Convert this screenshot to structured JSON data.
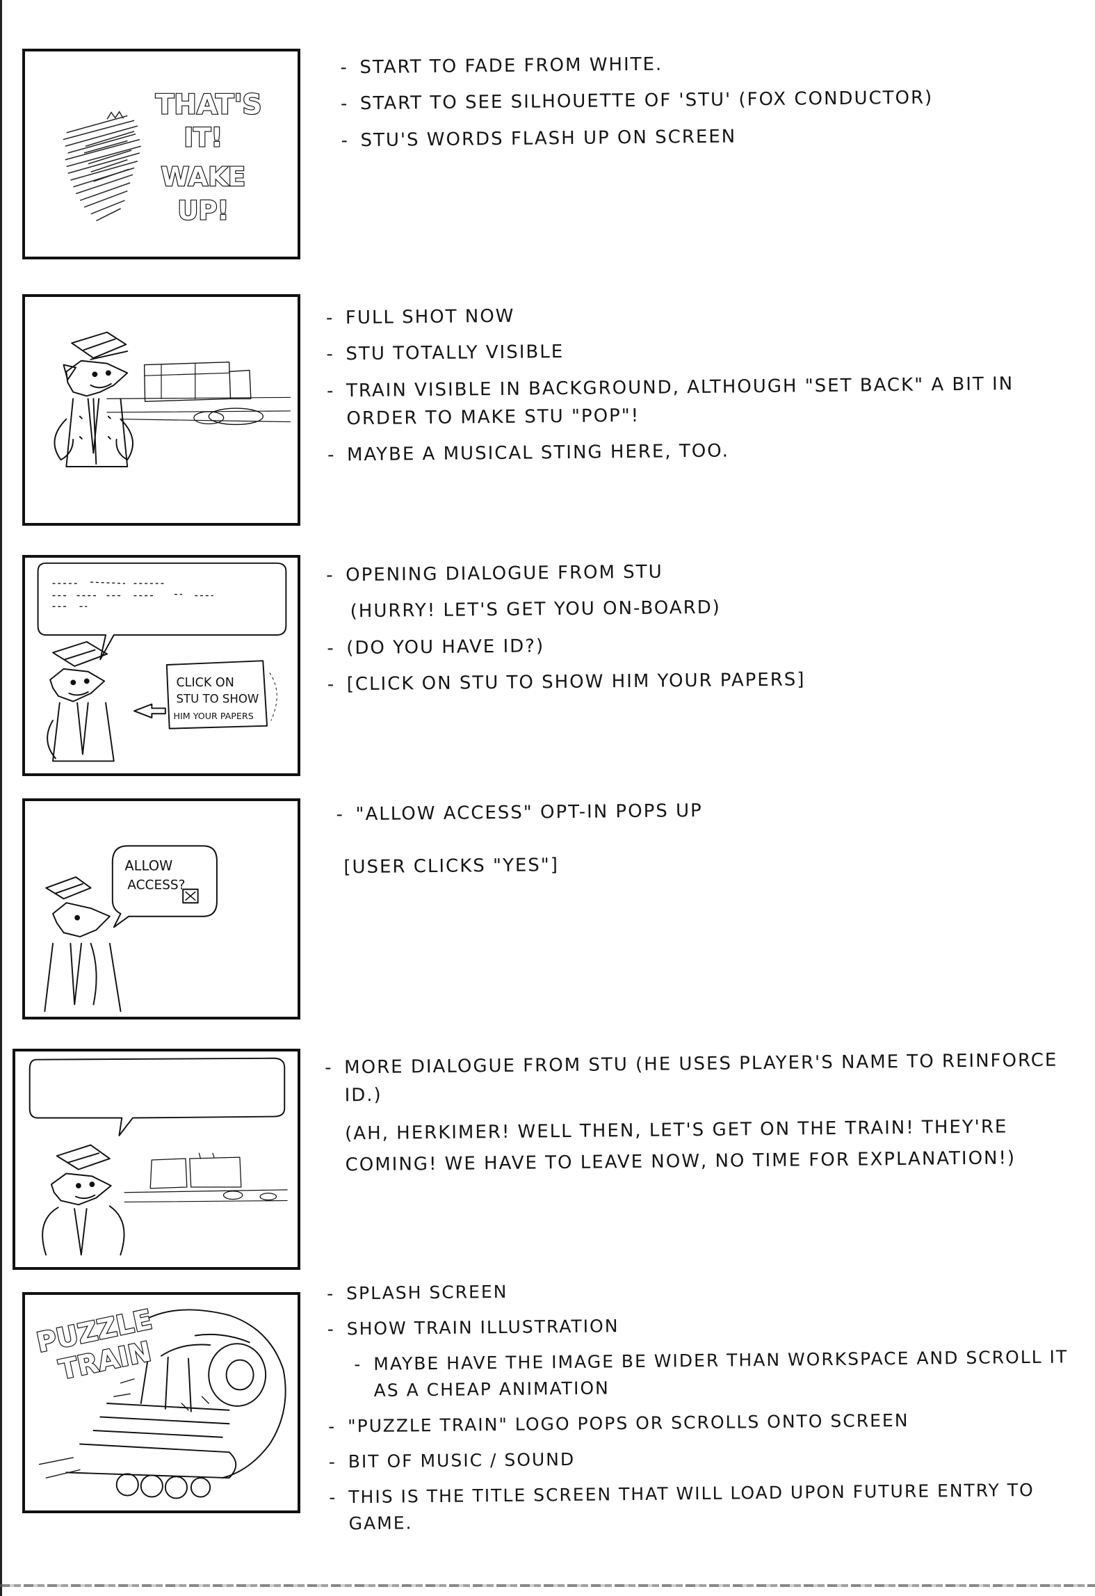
{
  "panels": [
    {
      "caption_lines": [
        "THAT'S",
        "IT!",
        "WAKE",
        "UP!"
      ],
      "notes": [
        "START TO FADE FROM WHITE.",
        "START TO SEE SILHOUETTE OF 'STU' (FOX CONDUCTOR)",
        "STU'S WORDS FLASH UP ON SCREEN"
      ]
    },
    {
      "notes": [
        "FULL SHOT NOW",
        "STU TOTALLY VISIBLE",
        "TRAIN VISIBLE IN BACKGROUND, ALTHOUGH \"SET BACK\" A BIT IN ORDER TO MAKE STU \"POP\"!",
        "MAYBE A MUSICAL STING HERE, TOO."
      ]
    },
    {
      "callout_lines": [
        "CLICK ON",
        "STU TO SHOW",
        "HIM YOUR PAPERS"
      ],
      "notes": [
        "OPENING DIALOGUE FROM STU",
        "(HURRY! LET'S GET YOU ON-BOARD)",
        "(DO YOU HAVE ID?)",
        "[CLICK ON STU TO SHOW HIM YOUR PAPERS]"
      ]
    },
    {
      "bubble_lines": [
        "ALLOW",
        "ACCESS?"
      ],
      "notes": [
        "\"ALLOW ACCESS\" OPT-IN POPS UP",
        "[USER CLICKS \"YES\"]"
      ]
    },
    {
      "notes": [
        "MORE DIALOGUE FROM STU (HE USES PLAYER'S NAME TO REINFORCE ID.)",
        "(AH, HERKIMER! WELL THEN, LET'S GET ON THE TRAIN! THEY'RE COMING! WE HAVE TO LEAVE NOW, NO TIME FOR EXPLANATION!)"
      ]
    },
    {
      "logo_lines": [
        "PUZZLE",
        "TRAIN"
      ],
      "notes": [
        "SPLASH SCREEN",
        "SHOW TRAIN ILLUSTRATION",
        "MAYBE HAVE THE IMAGE BE WIDER THAN WORKSPACE AND SCROLL IT AS A CHEAP ANIMATION",
        "\"PUZZLE TRAIN\" LOGO POPS OR SCROLLS ONTO SCREEN",
        "BIT OF MUSIC / SOUND",
        "THIS IS THE TITLE SCREEN THAT WILL LOAD UPON FUTURE ENTRY TO GAME."
      ]
    }
  ]
}
